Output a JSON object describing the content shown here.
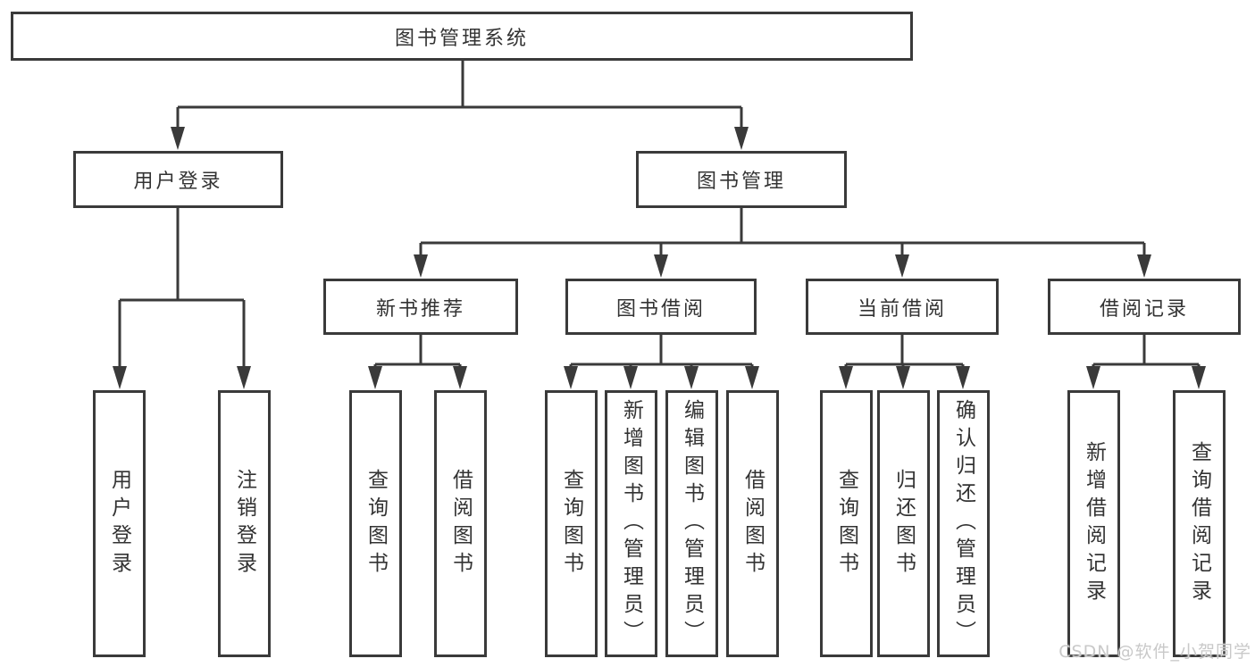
{
  "tree": {
    "root": {
      "label": "图书管理系统",
      "children": [
        {
          "label": "用户登录",
          "children": [
            {
              "label": "用户登录"
            },
            {
              "label": "注销登录"
            }
          ]
        },
        {
          "label": "图书管理",
          "children": [
            {
              "label": "新书推荐",
              "children": [
                {
                  "label": "查询图书"
                },
                {
                  "label": "借阅图书"
                }
              ]
            },
            {
              "label": "图书借阅",
              "children": [
                {
                  "label": "查询图书"
                },
                {
                  "label": "新增图书（管理员）"
                },
                {
                  "label": "编辑图书（管理员）"
                },
                {
                  "label": "借阅图书"
                }
              ]
            },
            {
              "label": "当前借阅",
              "children": [
                {
                  "label": "查询图书"
                },
                {
                  "label": "归还图书"
                },
                {
                  "label": "确认归还（管理员）"
                }
              ]
            },
            {
              "label": "借阅记录",
              "children": [
                {
                  "label": "新增借阅记录"
                },
                {
                  "label": "查询借阅记录"
                }
              ]
            }
          ]
        }
      ]
    }
  },
  "watermark": {
    "text": "CSDN @软件_小贺同学"
  },
  "colors": {
    "line": "#3a3a3a",
    "text": "#333333",
    "watermark": "#c9c9c9",
    "background": "#ffffff"
  }
}
